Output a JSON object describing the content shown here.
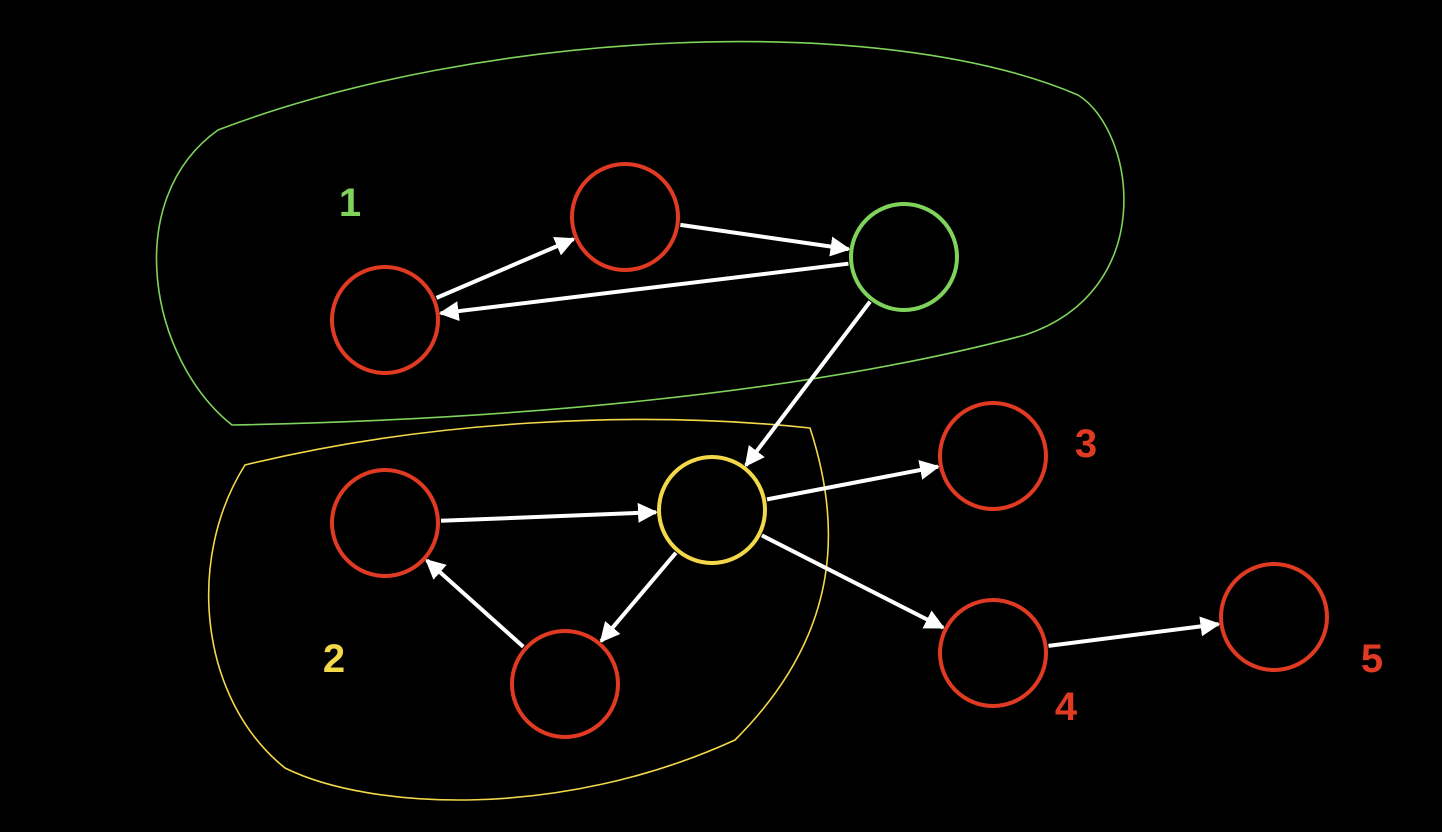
{
  "colors": {
    "background": "#000000",
    "node_default": "#e03a22",
    "group_1": "#7fd35a",
    "group_2": "#f3d94a",
    "edge": "#ffffff",
    "label_red": "#e03a22"
  },
  "groups": [
    {
      "id": "g1",
      "label": "1",
      "color_key": "group_1"
    },
    {
      "id": "g2",
      "label": "2",
      "color_key": "group_2"
    }
  ],
  "labels": [
    {
      "id": "l1",
      "text": "1",
      "color_key": "group_1"
    },
    {
      "id": "l2",
      "text": "2",
      "color_key": "group_2"
    },
    {
      "id": "l3",
      "text": "3",
      "color_key": "label_red"
    },
    {
      "id": "l4",
      "text": "4",
      "color_key": "label_red"
    },
    {
      "id": "l5",
      "text": "5",
      "color_key": "label_red"
    }
  ],
  "nodes": [
    {
      "id": "a",
      "group": "g1",
      "color_key": "node_default"
    },
    {
      "id": "b",
      "group": "g1",
      "color_key": "node_default"
    },
    {
      "id": "c",
      "group": "g1",
      "color_key": "group_1"
    },
    {
      "id": "d",
      "group": "g2",
      "color_key": "node_default"
    },
    {
      "id": "e",
      "group": "g2",
      "color_key": "group_2"
    },
    {
      "id": "f",
      "group": "g2",
      "color_key": "node_default"
    },
    {
      "id": "n3",
      "group": null,
      "color_key": "node_default"
    },
    {
      "id": "n4",
      "group": null,
      "color_key": "node_default"
    },
    {
      "id": "n5",
      "group": null,
      "color_key": "node_default"
    }
  ],
  "edges": [
    {
      "from": "a",
      "to": "b"
    },
    {
      "from": "b",
      "to": "c"
    },
    {
      "from": "c",
      "to": "a"
    },
    {
      "from": "c",
      "to": "e"
    },
    {
      "from": "d",
      "to": "e"
    },
    {
      "from": "e",
      "to": "f"
    },
    {
      "from": "f",
      "to": "d"
    },
    {
      "from": "e",
      "to": "n3"
    },
    {
      "from": "e",
      "to": "n4"
    },
    {
      "from": "n4",
      "to": "n5"
    }
  ]
}
